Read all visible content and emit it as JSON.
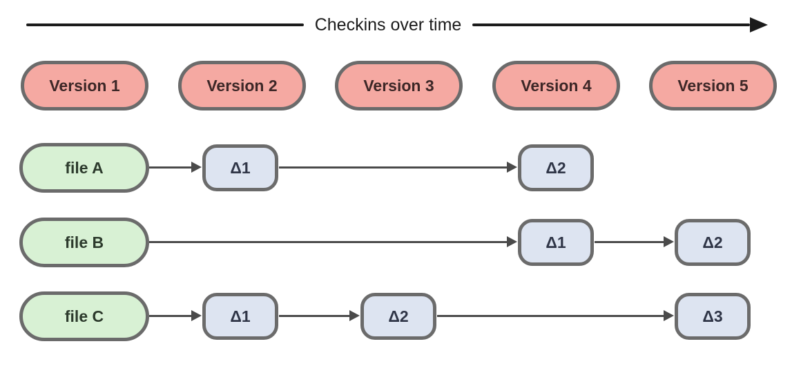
{
  "timeline": {
    "label": "Checkins over time"
  },
  "versions": [
    {
      "label": "Version 1"
    },
    {
      "label": "Version 2"
    },
    {
      "label": "Version 3"
    },
    {
      "label": "Version 4"
    },
    {
      "label": "Version 5"
    }
  ],
  "files": [
    {
      "label": "file A",
      "deltas": [
        {
          "label": "Δ1",
          "under_version": "Version 2"
        },
        {
          "label": "Δ2",
          "under_version": "Version 4"
        }
      ]
    },
    {
      "label": "file B",
      "deltas": [
        {
          "label": "Δ1",
          "under_version": "Version 4"
        },
        {
          "label": "Δ2",
          "under_version": "Version 5"
        }
      ]
    },
    {
      "label": "file C",
      "deltas": [
        {
          "label": "Δ1",
          "under_version": "Version 2"
        },
        {
          "label": "Δ2",
          "under_version": "Version 3"
        },
        {
          "label": "Δ3",
          "under_version": "Version 5"
        }
      ]
    }
  ],
  "colors": {
    "background": "#FFFFFF",
    "version_fill": "#F5A9A2",
    "file_fill": "#D8F1D4",
    "delta_fill": "#DDE4F1",
    "box_border": "#6B6B6B",
    "arrow": "#4A4A4A",
    "timeline_line": "#1B1B1B",
    "version_text": "#3D2727",
    "file_text": "#2C3A2C",
    "delta_text": "#2F3547"
  }
}
